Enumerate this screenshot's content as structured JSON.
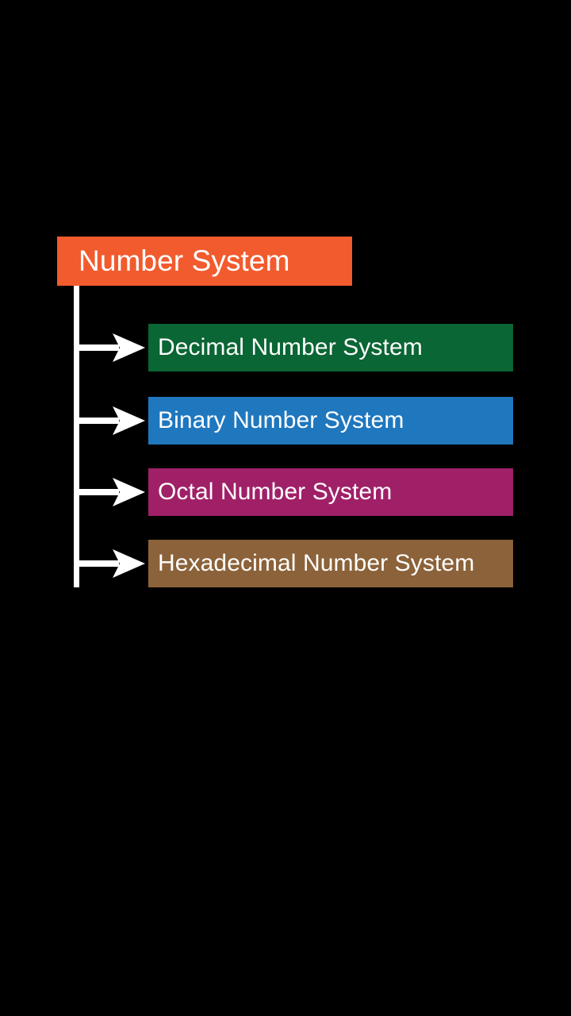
{
  "diagram": {
    "title": "Number System",
    "background_color": "#000000",
    "connector_color": "#ffffff",
    "root": {
      "label": "Number System",
      "color": "#f15b2e",
      "text_color": "#ffffff"
    },
    "children": [
      {
        "label": "Decimal Number System",
        "color": "#0a6634",
        "text_color": "#ffffff",
        "arrow": "arrow-right-icon"
      },
      {
        "label": "Binary Number System",
        "color": "#1f77be",
        "text_color": "#ffffff",
        "arrow": "arrow-right-icon"
      },
      {
        "label": "Octal Number System",
        "color": "#a02068",
        "text_color": "#ffffff",
        "arrow": "arrow-right-icon"
      },
      {
        "label": "Hexadecimal Number System",
        "color": "#8b6239",
        "text_color": "#ffffff",
        "arrow": "arrow-right-icon"
      }
    ]
  }
}
